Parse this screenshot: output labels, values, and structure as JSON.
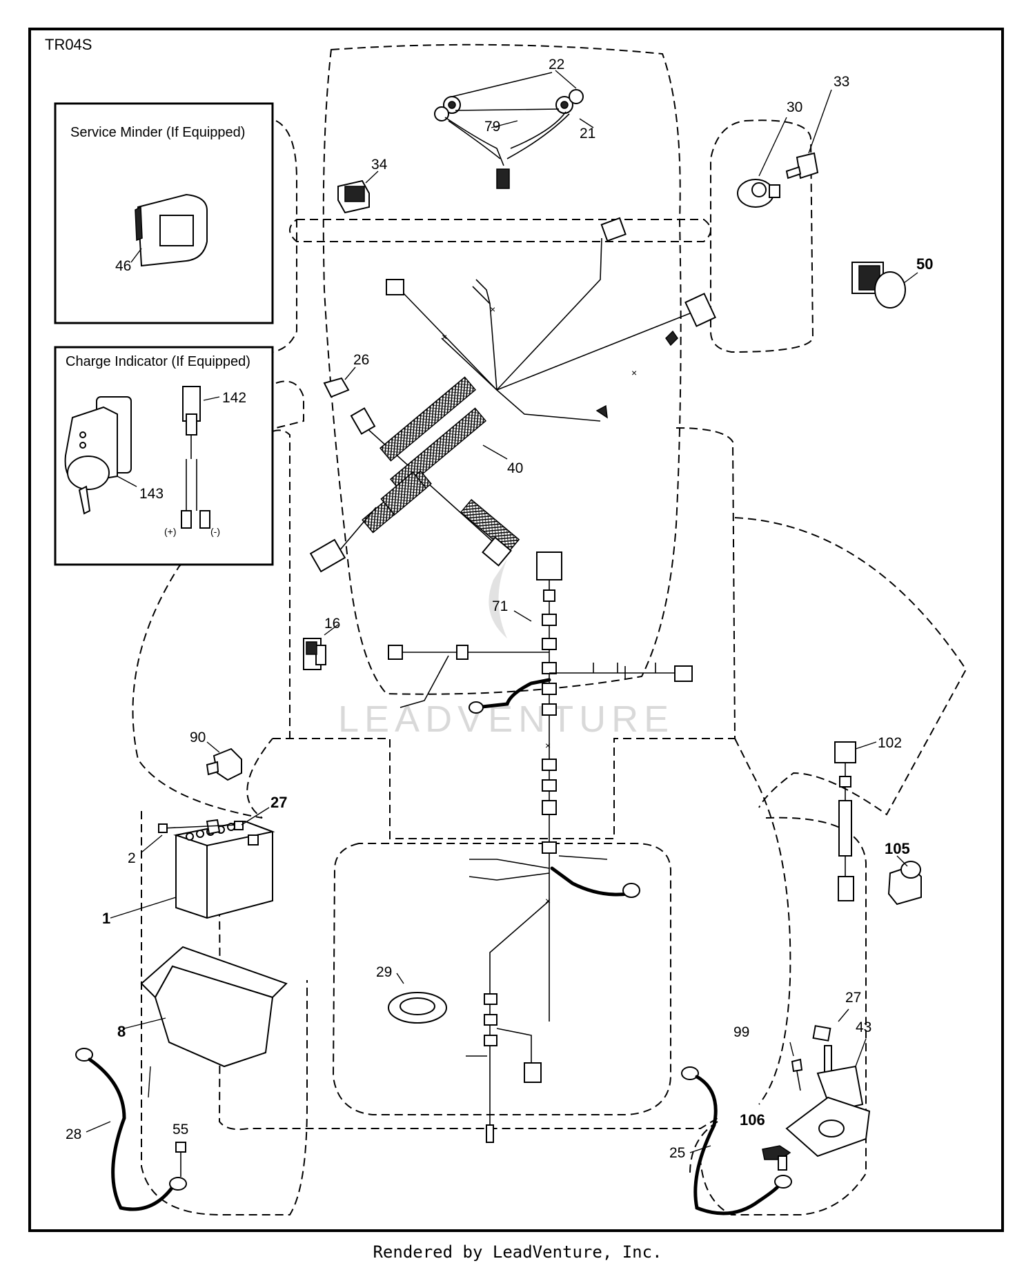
{
  "diagram": {
    "code": "TR04S",
    "boxes": {
      "service_minder": "Service Minder (If Equipped)",
      "charge_indicator": "Charge Indicator (If Equipped)",
      "plus": "(+)",
      "minus": "(-)"
    },
    "watermark": "LEADVENTURE",
    "callouts": {
      "p1": "1",
      "p2": "2",
      "p8": "8",
      "p16": "16",
      "p21": "21",
      "p22": "22",
      "p25": "25",
      "p26": "26",
      "p27a": "27",
      "p27b": "27",
      "p28": "28",
      "p29": "29",
      "p30": "30",
      "p33": "33",
      "p34": "34",
      "p40": "40",
      "p43": "43",
      "p46": "46",
      "p50": "50",
      "p55": "55",
      "p71": "71",
      "p79": "79",
      "p90": "90",
      "p99": "99",
      "p102": "102",
      "p105": "105",
      "p106": "106",
      "p142": "142",
      "p143": "143"
    }
  },
  "footer": "Rendered by LeadVenture, Inc."
}
